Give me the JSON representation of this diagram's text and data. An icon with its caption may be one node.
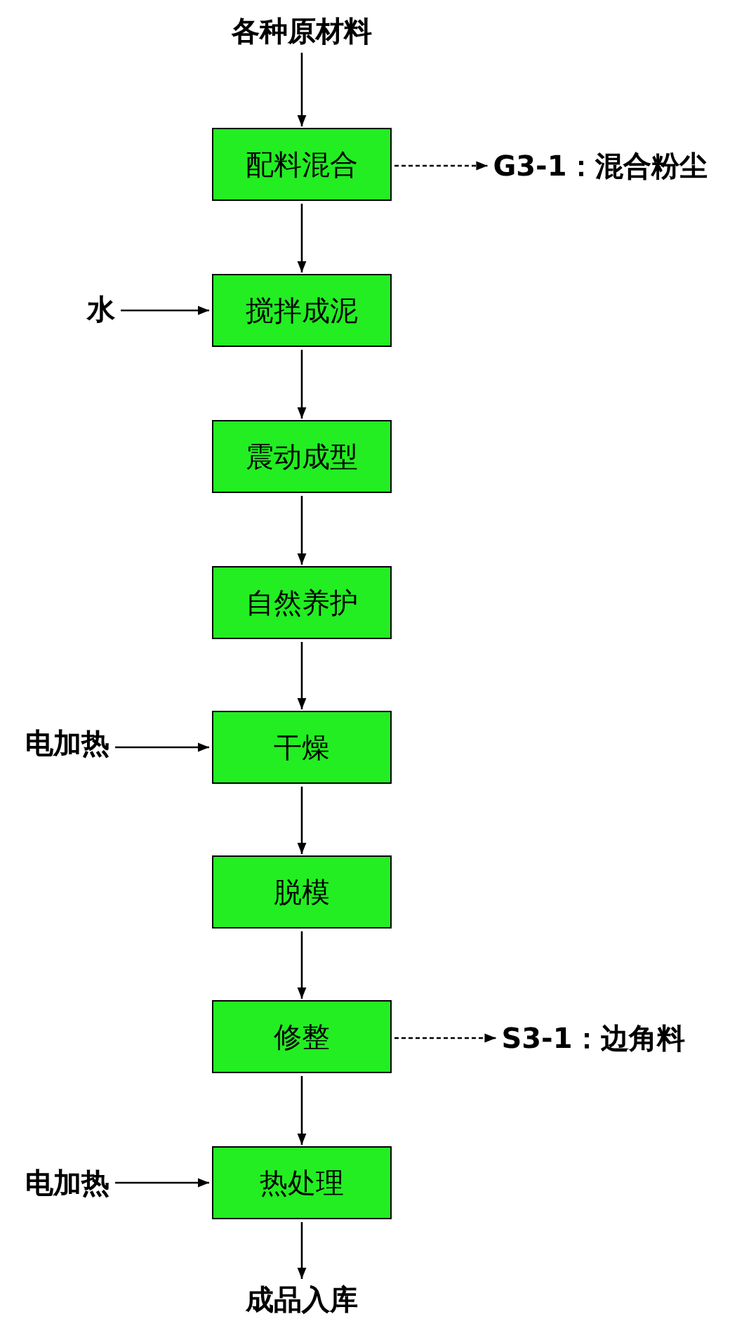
{
  "diagram": {
    "nodes": [
      {
        "text": [
          "各种原材料"
        ]
      },
      {
        "text": [
          "配料混合"
        ]
      },
      {
        "text": [
          "G3-1：混合粉尘"
        ]
      },
      {
        "text": [
          "水"
        ]
      },
      {
        "text": [
          "搅拌成泥"
        ]
      },
      {
        "text": [
          "震动成型"
        ]
      },
      {
        "text": [
          "自然养护"
        ]
      },
      {
        "text": [
          "电加热"
        ]
      },
      {
        "text": [
          "干燥"
        ]
      },
      {
        "text": [
          "脱模"
        ]
      },
      {
        "text": [
          "修整"
        ]
      },
      {
        "text": [
          "S3-1：边角料"
        ]
      },
      {
        "text": [
          "电加热"
        ]
      },
      {
        "text": [
          "热处理"
        ]
      },
      {
        "text": [
          "成品入库"
        ]
      }
    ],
    "edges": [
      {
        "from": 0,
        "to": 1,
        "arrow": "to"
      },
      {
        "from": 1,
        "to": 2,
        "arrow": "to",
        "style": "dashed"
      },
      {
        "from": 1,
        "to": 4,
        "arrow": "to"
      },
      {
        "from": 3,
        "to": 4,
        "arrow": "to"
      },
      {
        "from": 4,
        "to": 5,
        "arrow": "to"
      },
      {
        "from": 5,
        "to": 6,
        "arrow": "to"
      },
      {
        "from": 6,
        "to": 8,
        "arrow": "to"
      },
      {
        "from": 7,
        "to": 8,
        "arrow": "to"
      },
      {
        "from": 8,
        "to": 9,
        "arrow": "to"
      },
      {
        "from": 9,
        "to": 10,
        "arrow": "to"
      },
      {
        "from": 10,
        "to": 11,
        "arrow": "to",
        "style": "dashed"
      },
      {
        "from": 10,
        "to": 13,
        "arrow": "to"
      },
      {
        "from": 12,
        "to": 13,
        "arrow": "to"
      },
      {
        "from": 13,
        "to": 14,
        "arrow": "to"
      }
    ]
  }
}
